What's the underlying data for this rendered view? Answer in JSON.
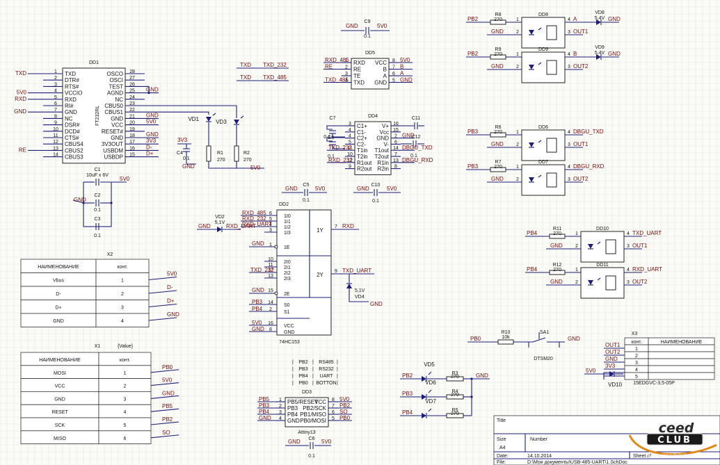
{
  "db1": {
    "ref": "DD1",
    "part": "FT232RL",
    "left": [
      [
        "1",
        "TXD"
      ],
      [
        "2",
        "DTR#"
      ],
      [
        "3",
        "RTS#"
      ],
      [
        "4",
        "VCCIO"
      ],
      [
        "5",
        "RXD"
      ],
      [
        "6",
        "RI#"
      ],
      [
        "7",
        "GND"
      ],
      [
        "8",
        "NC"
      ],
      [
        "9",
        "DSR#"
      ],
      [
        "10",
        "DCD#"
      ],
      [
        "11",
        "CTS#"
      ],
      [
        "12",
        "CBUS4"
      ],
      [
        "13",
        "CBUS2"
      ],
      [
        "14",
        "CBUS3"
      ]
    ],
    "right": [
      [
        "28",
        "OSCO"
      ],
      [
        "27",
        "OSCI"
      ],
      [
        "26",
        "TEST"
      ],
      [
        "25",
        "AGND"
      ],
      [
        "24",
        "NC"
      ],
      [
        "23",
        "CBUS0"
      ],
      [
        "22",
        "CBUS1"
      ],
      [
        "21",
        "GND"
      ],
      [
        "20",
        "VCC"
      ],
      [
        "19",
        "RESET#"
      ],
      [
        "18",
        "GND"
      ],
      [
        "17",
        "3V3OUT"
      ],
      [
        "16",
        "USBDM"
      ],
      [
        "15",
        "USBDP"
      ]
    ],
    "left_nets": [
      "TXD",
      "",
      "",
      "5V0",
      "RXD",
      "",
      "GND",
      "",
      "",
      "",
      "",
      "",
      "RE",
      ""
    ],
    "right_nets": [
      "",
      "",
      "",
      "GND",
      "",
      "",
      "",
      "GND",
      "5V0",
      "",
      "GND",
      "3V3",
      "D-",
      "D+"
    ]
  },
  "dd5": {
    "ref": "DD5",
    "left": [
      [
        "1",
        "RXD"
      ],
      [
        "2",
        "RE"
      ],
      [
        "3",
        "TE"
      ],
      [
        "4",
        "TXD"
      ]
    ],
    "right": [
      [
        "8",
        "VCC"
      ],
      [
        "7",
        "B"
      ],
      [
        "6",
        "A"
      ],
      [
        "5",
        "GND"
      ]
    ],
    "left_nets": [
      "RXD_485",
      "RE",
      "",
      "TXD_485"
    ],
    "right_nets": [
      "5V0",
      "B",
      "A",
      "GND"
    ]
  },
  "dd4": {
    "ref": "DD4",
    "left": [
      [
        "3",
        "C1+"
      ],
      [
        "4",
        "C1-"
      ],
      [
        "4",
        "C2+"
      ],
      [
        "5",
        "C2-"
      ],
      [
        "11",
        "T1in"
      ],
      [
        "10",
        "T2in"
      ],
      [
        "12",
        "R1out"
      ],
      [
        "9",
        "R2out"
      ]
    ],
    "right": [
      [
        "16",
        "V+"
      ],
      [
        "15",
        "Vcc"
      ],
      [
        "2",
        "GND"
      ],
      [
        "6",
        "V-"
      ],
      [
        "14",
        "T1out"
      ],
      [
        "7",
        "T2out"
      ],
      [
        "13",
        "R1in"
      ],
      [
        "8",
        "R2in"
      ]
    ],
    "left_nets": [
      "",
      "",
      "",
      "",
      "TXD_232",
      "",
      "RXD_232",
      ""
    ],
    "right_nets": [
      "",
      "",
      "GND",
      "",
      "DBGU_TXD",
      "",
      "DBGU_RXD",
      ""
    ]
  },
  "dd2": {
    "ref": "DD2",
    "part": "74HC153",
    "pins_a": [
      [
        "6",
        "1I0"
      ],
      [
        "5",
        "1I1"
      ],
      [
        "4",
        "1I2"
      ],
      [
        "3",
        "1I3"
      ]
    ],
    "pins_b": [
      [
        "10",
        "2I0"
      ],
      [
        "11",
        "2I1"
      ],
      [
        "12",
        "2I2"
      ],
      [
        "13",
        "2I3"
      ]
    ],
    "nets_a": [
      "RXD_485",
      "RXD_232",
      "RXD_UART",
      ""
    ],
    "nets_b": [
      "",
      "",
      "TXD_232",
      ""
    ],
    "e1": "1E",
    "e2": "2E",
    "s0": "S0",
    "s1": "S1",
    "vcc": "VCC",
    "gnd": "GND",
    "y1": "1Y",
    "y2": "2Y",
    "y1_net": "RXD",
    "y2_net": "TXD_UART",
    "pin_e1": "1",
    "pin_e2": "15",
    "pin_s0": "14",
    "pin_s1": "2",
    "pin_vcc": "16",
    "pin_gnd": "8",
    "pin_y1": "7",
    "pin_y2": "9",
    "net_s0": "PB3",
    "net_s1": "PB4",
    "net_vcc": "5V0",
    "net_gnd": "GND",
    "net_e1": "GND",
    "net_e2": "GND"
  },
  "dd3": {
    "ref": "DD3",
    "part": "Attiny13",
    "left": [
      [
        "1",
        "PB5/RESET"
      ],
      [
        "2",
        "PB3"
      ],
      [
        "3",
        "PB4"
      ],
      [
        "4",
        "GND"
      ]
    ],
    "right": [
      [
        "8",
        "VCC"
      ],
      [
        "7",
        "PB2/SCK"
      ],
      [
        "6",
        "PB1/MISO"
      ],
      [
        "5",
        "PB0/MOSI"
      ]
    ],
    "left_nets": [
      "PB5",
      "PB3",
      "PB4",
      "GND"
    ],
    "right_nets": [
      "5V0",
      "PB2",
      "SO",
      "PB0"
    ]
  },
  "mux_table": [
    [
      "PB2",
      "RS485"
    ],
    [
      "PB3",
      "RS232"
    ],
    [
      "PB4",
      "UART"
    ],
    [
      "PB0",
      "BOTTON"
    ]
  ],
  "opto": [
    {
      "ref": "DD8",
      "in": "PB2",
      "r": "R8",
      "rv": "270",
      "gnd": "GND",
      "out4": "A",
      "out3": "OUT1",
      "vd": "VD8",
      "vv": "5,4V"
    },
    {
      "ref": "DD9",
      "in": "PB2",
      "r": "R9",
      "rv": "270",
      "gnd": "GND",
      "out4": "B",
      "out3": "OUT2",
      "vd": "VD9",
      "vv": "5,4V"
    },
    {
      "ref": "DD6",
      "in": "PB3",
      "r": "R6",
      "rv": "270",
      "gnd": "GND",
      "out4": "DBGU_TXD",
      "out3": "OUT1",
      "vd": "",
      "vv": ""
    },
    {
      "ref": "DD7",
      "in": "PB3",
      "r": "R7",
      "rv": "270",
      "gnd": "GND",
      "out4": "DBGU_RXD",
      "out3": "OUT2",
      "vd": "",
      "vv": ""
    },
    {
      "ref": "DD10",
      "in": "PB4",
      "r": "R11",
      "rv": "270",
      "gnd": "GND",
      "out4": "TXD_UART",
      "out3": "OUT1",
      "vd": "",
      "vv": ""
    },
    {
      "ref": "DD11",
      "in": "PB4",
      "r": "R12",
      "rv": "270",
      "gnd": "GND",
      "out4": "RXD_UART",
      "out3": "OUT2",
      "vd": "",
      "vv": ""
    }
  ],
  "caps": {
    "c9": {
      "ref": "C9",
      "v": "0.1",
      "l": "GND",
      "r": "5V0"
    },
    "c7": {
      "ref": "C7",
      "v": "0.1"
    },
    "c11": {
      "ref": "C11",
      "v": "0.1"
    },
    "c8": {
      "ref": "C8",
      "v": "0.1"
    },
    "c12": {
      "ref": "C12",
      "v": "0.1"
    },
    "c5": {
      "ref": "C5",
      "v": "0.1",
      "l": "GND",
      "r": "5V0"
    },
    "c10": {
      "ref": "C10",
      "v": "0.1",
      "l": "GND",
      "r": "5V0"
    },
    "c1": {
      "ref": "C1",
      "v": "10uF x 6V"
    },
    "c2": {
      "ref": "C2",
      "v": "0.1"
    },
    "c3": {
      "ref": "C3",
      "v": "0.1"
    },
    "c4": {
      "ref": "C4",
      "v": "0.1"
    },
    "c6": {
      "ref": "C6",
      "v": "0.1",
      "l": "GND",
      "r": "5V0"
    },
    "c1_gnd": "GND",
    "c1_pwr": "5V0"
  },
  "leds": {
    "vd1": "VD1",
    "vd3": "VD3",
    "r1": "R1",
    "r2": "R2",
    "rv": "270",
    "pwr": "5V0",
    "net_3v3": "3V3"
  },
  "vd2": {
    "ref": "VD2",
    "v": "5,1V",
    "net": "GND",
    "to": "RXD_UART"
  },
  "vd4": {
    "ref": "VD4",
    "v": "5,1V",
    "net": "GND"
  },
  "xtxd": {
    "a": "TXD",
    "b": "TXD_232",
    "c": "TXD",
    "d": "TXD_485"
  },
  "x2": {
    "ref": "X2",
    "h1": "НАИМЕНОВАНИЕ",
    "h2": "конт.",
    "rows": [
      [
        "Vbus",
        "1",
        "5V0"
      ],
      [
        "D-",
        "2",
        "D-"
      ],
      [
        "D+",
        "3",
        "D+"
      ],
      [
        "GND",
        "4",
        "GND"
      ]
    ]
  },
  "x1": {
    "ref": "X1",
    "value": "{Value}",
    "h1": "НАИМЕНОВАНИЕ",
    "h2": "конт.",
    "rows": [
      [
        "MOSI",
        "1",
        "PB0"
      ],
      [
        "VCC",
        "2",
        "5V0"
      ],
      [
        "GND",
        "3",
        "GND"
      ],
      [
        "RESET",
        "4",
        "PB5"
      ],
      [
        "SCK",
        "5",
        "PB2"
      ],
      [
        "MISO",
        "6",
        "SO"
      ]
    ]
  },
  "x3": {
    "ref": "X3",
    "part": "15EDGVC-3,5-05P",
    "h1": "конт.",
    "h2": "НАИМЕНОВАНИЕ",
    "rows": [
      [
        "OUT1",
        "1"
      ],
      [
        "OUT2",
        "2"
      ],
      [
        "GND",
        "3"
      ],
      [
        "3V3",
        "4"
      ],
      [
        "",
        "5"
      ]
    ],
    "vd10": "VD10",
    "vd10_net": "5V0"
  },
  "button": {
    "in": "PB0",
    "r": "R10",
    "rv": "10k",
    "sw": "SA1",
    "part": "DTSM20",
    "gnd": "GND"
  },
  "ledgroup": {
    "vd5": "VD5",
    "vd6": "VD6",
    "vd7": "VD7",
    "r3": "R3",
    "r4": "R4",
    "r5": "R5",
    "rv": "270",
    "nets": [
      "PB2",
      "PB3",
      "PB4"
    ],
    "gnd": "GND"
  },
  "titleblock": {
    "title": "Title",
    "size_l": "Size",
    "size_v": "A4",
    "number": "Number",
    "date_l": "Date:",
    "date_v": "14.10.2014",
    "sheet": "Sheet  of",
    "file_l": "File:",
    "file_v": "D:\\Мои документы\\USB-485-UART\\1.SchDoc"
  },
  "logo": {
    "top": "ceed",
    "mid": "CLUB",
    "url": "www.ceedclub.ru"
  }
}
